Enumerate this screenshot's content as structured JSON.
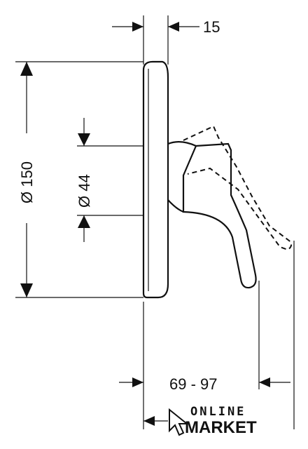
{
  "dimensions": {
    "plate_depth": "15",
    "plate_diameter": "Ø 150",
    "body_diameter": "Ø 44",
    "projection_range": "69 - 97"
  },
  "logo": {
    "line1": "ONLINE",
    "line2": "MARKET"
  }
}
